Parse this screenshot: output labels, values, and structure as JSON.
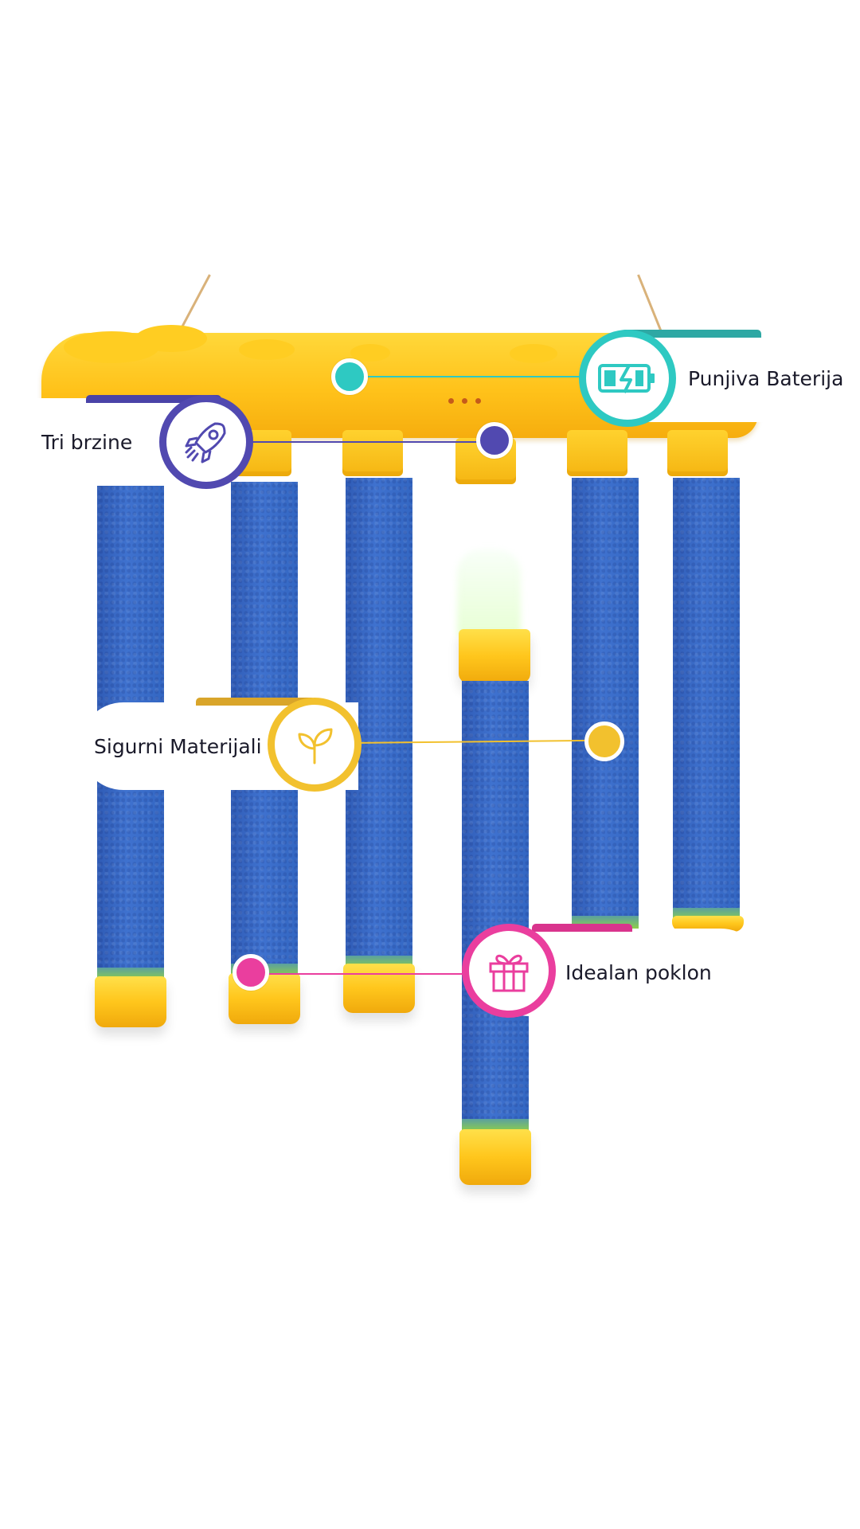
{
  "callouts": [
    {
      "id": "battery",
      "label": "Punjiva Baterija",
      "icon": "battery-charging-icon",
      "color": "#2ec9c2"
    },
    {
      "id": "speeds",
      "label": "Tri brzine",
      "icon": "rocket-icon",
      "color": "#5149b0"
    },
    {
      "id": "materials",
      "label": "Sigurni Materijali",
      "icon": "leaf-sprout-icon",
      "color": "#f2c12e"
    },
    {
      "id": "gift",
      "label": "Idealan poklon",
      "icon": "gift-icon",
      "color": "#ea3e9e"
    }
  ],
  "product": {
    "body_color": "#ffc21a",
    "foam_color": "#3366c2"
  }
}
